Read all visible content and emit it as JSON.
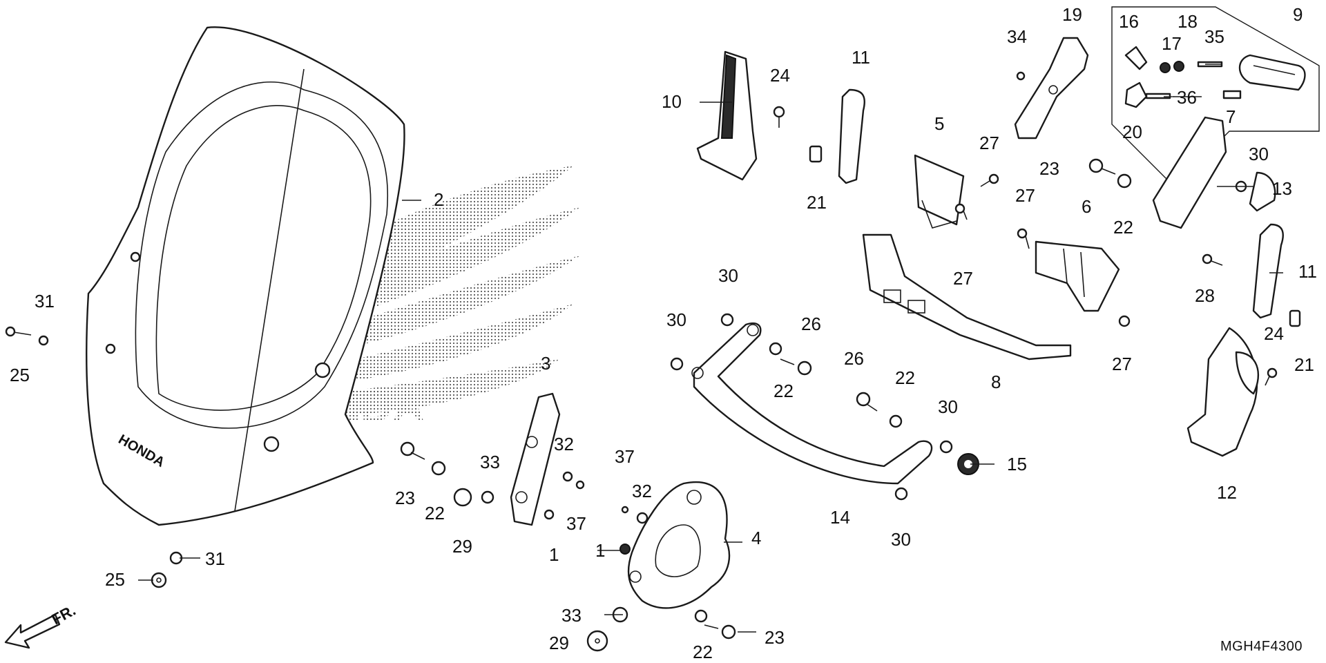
{
  "diagram_code": "MGH4F4300",
  "front_marker": {
    "label": "FR.",
    "icon": "front-direction-arrow-icon"
  },
  "logo": {
    "text": "HONDA",
    "windscreen_text": "HONDA"
  },
  "callouts": [
    {
      "key": "c1a",
      "label": "1"
    },
    {
      "key": "c1b",
      "label": "1"
    },
    {
      "key": "c2",
      "label": "2"
    },
    {
      "key": "c3",
      "label": "3"
    },
    {
      "key": "c4",
      "label": "4"
    },
    {
      "key": "c5",
      "label": "5"
    },
    {
      "key": "c6",
      "label": "6"
    },
    {
      "key": "c7",
      "label": "7"
    },
    {
      "key": "c8",
      "label": "8"
    },
    {
      "key": "c9",
      "label": "9"
    },
    {
      "key": "c10",
      "label": "10"
    },
    {
      "key": "c11a",
      "label": "11"
    },
    {
      "key": "c11b",
      "label": "11"
    },
    {
      "key": "c12",
      "label": "12"
    },
    {
      "key": "c13",
      "label": "13"
    },
    {
      "key": "c14",
      "label": "14"
    },
    {
      "key": "c15",
      "label": "15"
    },
    {
      "key": "c16",
      "label": "16"
    },
    {
      "key": "c17",
      "label": "17"
    },
    {
      "key": "c18",
      "label": "18"
    },
    {
      "key": "c19",
      "label": "19"
    },
    {
      "key": "c20",
      "label": "20"
    },
    {
      "key": "c21a",
      "label": "21"
    },
    {
      "key": "c21b",
      "label": "21"
    },
    {
      "key": "c22a",
      "label": "22"
    },
    {
      "key": "c22b",
      "label": "22"
    },
    {
      "key": "c22c",
      "label": "22"
    },
    {
      "key": "c22d",
      "label": "22"
    },
    {
      "key": "c22e",
      "label": "22"
    },
    {
      "key": "c23a",
      "label": "23"
    },
    {
      "key": "c23b",
      "label": "23"
    },
    {
      "key": "c23c",
      "label": "23"
    },
    {
      "key": "c24a",
      "label": "24"
    },
    {
      "key": "c24b",
      "label": "24"
    },
    {
      "key": "c25a",
      "label": "25"
    },
    {
      "key": "c25b",
      "label": "25"
    },
    {
      "key": "c26a",
      "label": "26"
    },
    {
      "key": "c26b",
      "label": "26"
    },
    {
      "key": "c27a",
      "label": "27"
    },
    {
      "key": "c27b",
      "label": "27"
    },
    {
      "key": "c27c",
      "label": "27"
    },
    {
      "key": "c27d",
      "label": "27"
    },
    {
      "key": "c28",
      "label": "28"
    },
    {
      "key": "c29a",
      "label": "29"
    },
    {
      "key": "c29b",
      "label": "29"
    },
    {
      "key": "c30a",
      "label": "30"
    },
    {
      "key": "c30b",
      "label": "30"
    },
    {
      "key": "c30c",
      "label": "30"
    },
    {
      "key": "c30d",
      "label": "30"
    },
    {
      "key": "c30e",
      "label": "30"
    },
    {
      "key": "c31a",
      "label": "31"
    },
    {
      "key": "c31b",
      "label": "31"
    },
    {
      "key": "c32a",
      "label": "32"
    },
    {
      "key": "c32b",
      "label": "32"
    },
    {
      "key": "c33a",
      "label": "33"
    },
    {
      "key": "c33b",
      "label": "33"
    },
    {
      "key": "c34",
      "label": "34"
    },
    {
      "key": "c35",
      "label": "35"
    },
    {
      "key": "c36",
      "label": "36"
    },
    {
      "key": "c37a",
      "label": "37"
    },
    {
      "key": "c37b",
      "label": "37"
    }
  ]
}
